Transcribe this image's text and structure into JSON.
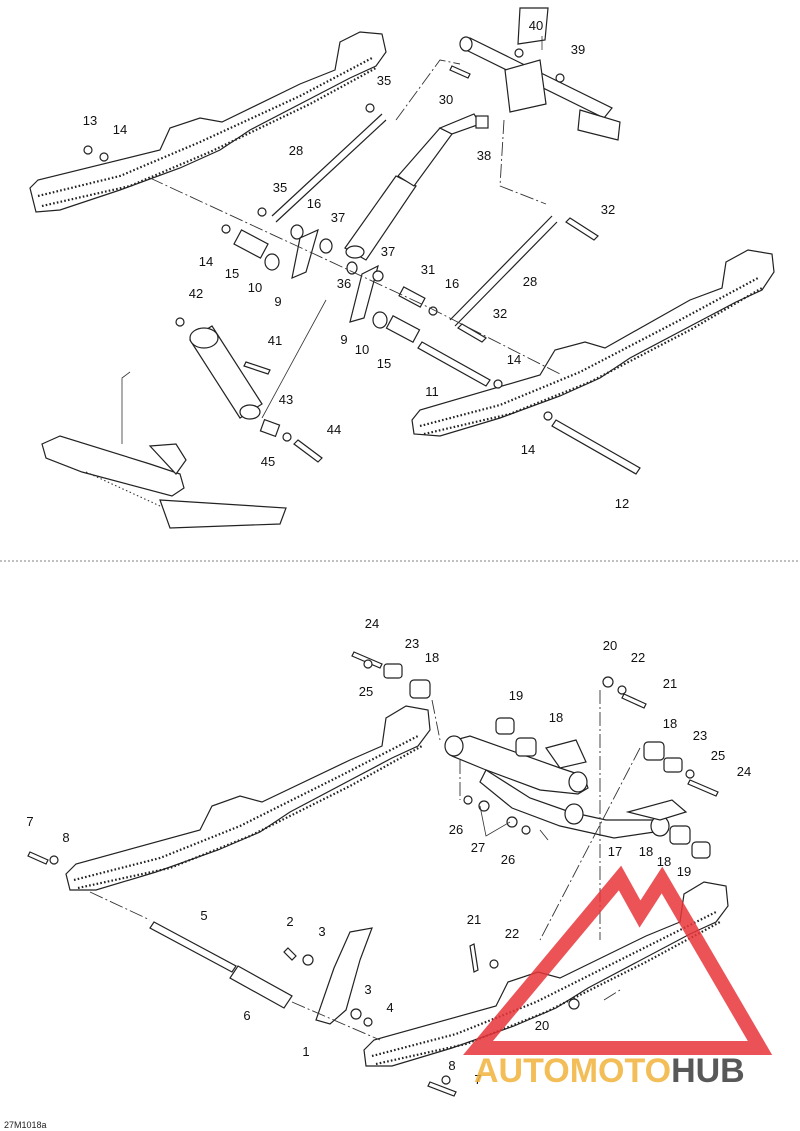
{
  "figure_code": "27M1018a",
  "watermark": {
    "brand_part1": "AUTOMOTO",
    "brand_part2": "HUB",
    "color_primary": "#e8353a",
    "color_secondary": "#f2b23c",
    "color_dark": "#3c3c3c"
  },
  "callouts_top": [
    {
      "id": "t13",
      "text": "13"
    },
    {
      "id": "t14a",
      "text": "14"
    },
    {
      "id": "t35a",
      "text": "35"
    },
    {
      "id": "t28a",
      "text": "28"
    },
    {
      "id": "t35b",
      "text": "35"
    },
    {
      "id": "t16a",
      "text": "16"
    },
    {
      "id": "t37a",
      "text": "37"
    },
    {
      "id": "t37b",
      "text": "37"
    },
    {
      "id": "t36",
      "text": "36"
    },
    {
      "id": "t14b",
      "text": "14"
    },
    {
      "id": "t15a",
      "text": "15"
    },
    {
      "id": "t10a",
      "text": "10"
    },
    {
      "id": "t9a",
      "text": "9"
    },
    {
      "id": "t40",
      "text": "40"
    },
    {
      "id": "t39",
      "text": "39"
    },
    {
      "id": "t30",
      "text": "30"
    },
    {
      "id": "t38",
      "text": "38"
    },
    {
      "id": "t32a",
      "text": "32"
    },
    {
      "id": "t31",
      "text": "31"
    },
    {
      "id": "t16b",
      "text": "16"
    },
    {
      "id": "t28b",
      "text": "28"
    },
    {
      "id": "t32b",
      "text": "32"
    },
    {
      "id": "t9b",
      "text": "9"
    },
    {
      "id": "t10b",
      "text": "10"
    },
    {
      "id": "t15b",
      "text": "15"
    },
    {
      "id": "t11",
      "text": "11"
    },
    {
      "id": "t14c",
      "text": "14"
    },
    {
      "id": "t14d",
      "text": "14"
    },
    {
      "id": "t12",
      "text": "12"
    },
    {
      "id": "t42",
      "text": "42"
    },
    {
      "id": "t41",
      "text": "41"
    },
    {
      "id": "t43",
      "text": "43"
    },
    {
      "id": "t44",
      "text": "44"
    },
    {
      "id": "t45",
      "text": "45"
    }
  ],
  "callouts_bottom": [
    {
      "id": "b24a",
      "text": "24"
    },
    {
      "id": "b23a",
      "text": "23"
    },
    {
      "id": "b18a",
      "text": "18"
    },
    {
      "id": "b25a",
      "text": "25"
    },
    {
      "id": "b20a",
      "text": "20"
    },
    {
      "id": "b22a",
      "text": "22"
    },
    {
      "id": "b21a",
      "text": "21"
    },
    {
      "id": "b19a",
      "text": "19"
    },
    {
      "id": "b18b",
      "text": "18"
    },
    {
      "id": "b18c",
      "text": "18"
    },
    {
      "id": "b23b",
      "text": "23"
    },
    {
      "id": "b25b",
      "text": "25"
    },
    {
      "id": "b24b",
      "text": "24"
    },
    {
      "id": "b26a",
      "text": "26"
    },
    {
      "id": "b27",
      "text": "27"
    },
    {
      "id": "b26b",
      "text": "26"
    },
    {
      "id": "b17",
      "text": "17"
    },
    {
      "id": "b18d",
      "text": "18"
    },
    {
      "id": "b18e",
      "text": "18"
    },
    {
      "id": "b19b",
      "text": "19"
    },
    {
      "id": "b7a",
      "text": "7"
    },
    {
      "id": "b8a",
      "text": "8"
    },
    {
      "id": "b5",
      "text": "5"
    },
    {
      "id": "b6",
      "text": "6"
    },
    {
      "id": "b2",
      "text": "2"
    },
    {
      "id": "b3a",
      "text": "3"
    },
    {
      "id": "b3b",
      "text": "3"
    },
    {
      "id": "b4",
      "text": "4"
    },
    {
      "id": "b1",
      "text": "1"
    },
    {
      "id": "b21b",
      "text": "21"
    },
    {
      "id": "b22b",
      "text": "22"
    },
    {
      "id": "b20b",
      "text": "20"
    },
    {
      "id": "b8b",
      "text": "8"
    },
    {
      "id": "b7b",
      "text": "7"
    }
  ]
}
